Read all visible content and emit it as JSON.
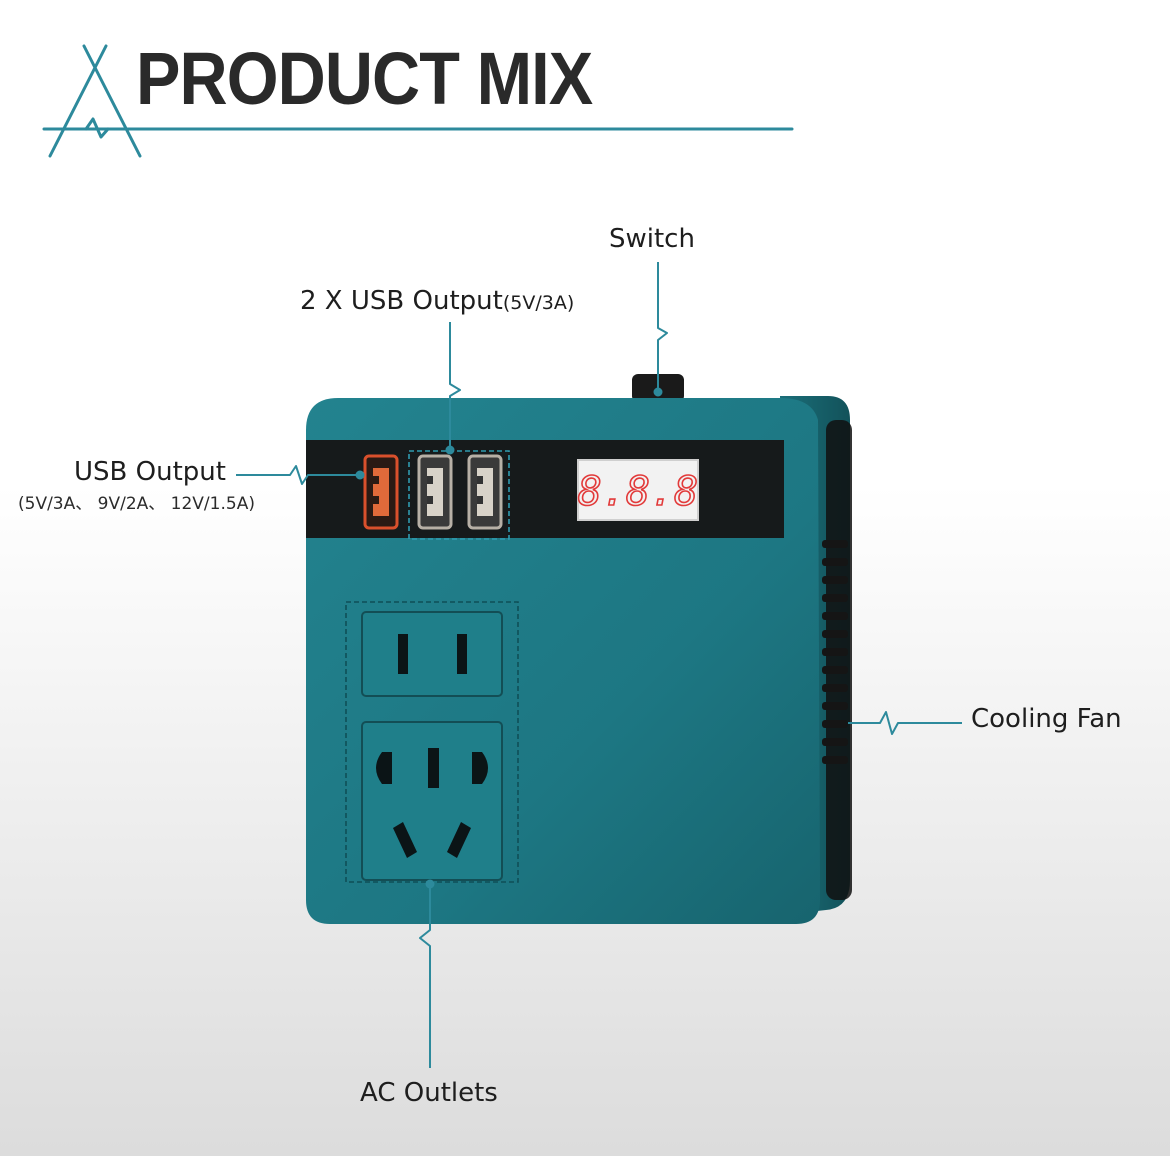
{
  "header": {
    "title": "PRODUCT MIX"
  },
  "callouts": {
    "switch": "Switch",
    "dual_usb": "2 X USB Output",
    "dual_usb_spec": "(5V/3A)",
    "usb": "USB Output",
    "usb_spec": "(5V/3A、 9V/2A、 12V/1.5A)",
    "cooling_fan": "Cooling Fan",
    "ac_outlets": "AC Outlets"
  },
  "colors": {
    "accent_line": "#2d8a9c",
    "device_body": "#1f7e89",
    "panel": "#161a1b",
    "display_digits": "#e23a3a",
    "quick_charge_port": "#e0502e"
  },
  "display": {
    "readout": "8.8.8"
  }
}
